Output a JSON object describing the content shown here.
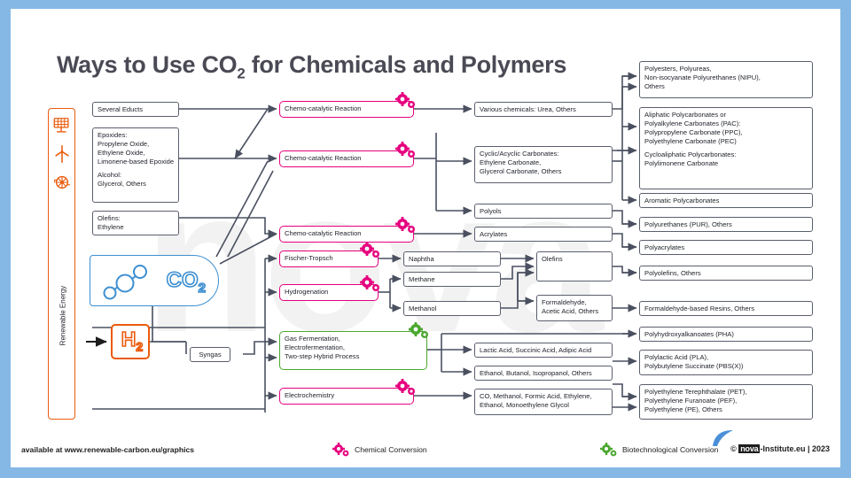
{
  "page": {
    "title": "Ways to Use CO₂ for Chemicals and Polymers",
    "watermark": "nova",
    "frame_color": "#85b8e4",
    "accent_chemical": "#e6007e",
    "accent_bio": "#4aa72e",
    "accent_energy": "#ea5b0c",
    "accent_co2": "#3d8fd1",
    "node_outline": "#5a5f6e"
  },
  "energy": {
    "label": "Renewable Energy",
    "icons": [
      "solar-panel-icon",
      "wind-turbine-icon",
      "hydro-turbine-icon"
    ]
  },
  "core": {
    "co2_label": "CO₂",
    "co2_sub": "2",
    "h2_label": "H₂",
    "h2_sub": "2",
    "syngas": "Syngas"
  },
  "educts": [
    {
      "id": "several-educts",
      "lines": [
        "Several Educts"
      ]
    },
    {
      "id": "epoxides",
      "lines": [
        "Epoxides:",
        "Propylene Oxide,",
        "Ethylene Oxide,",
        "Limonene-based Epoxide",
        "",
        "Alcohol:",
        "Glycerol, Others"
      ]
    },
    {
      "id": "olefins-educt",
      "lines": [
        "Olefins:",
        "Ethylene"
      ]
    }
  ],
  "processes": [
    {
      "id": "chemo-catalytic-1",
      "type": "chemical",
      "lines": [
        "Chemo-catalytic Reaction"
      ]
    },
    {
      "id": "chemo-catalytic-2",
      "type": "chemical",
      "lines": [
        "Chemo-catalytic Reaction"
      ]
    },
    {
      "id": "chemo-catalytic-3",
      "type": "chemical",
      "lines": [
        "Chemo-catalytic Reaction"
      ]
    },
    {
      "id": "fischer-tropsch",
      "type": "chemical",
      "lines": [
        "Fischer-Tropsch"
      ]
    },
    {
      "id": "hydrogenation",
      "type": "chemical",
      "lines": [
        "Hydrogenation"
      ]
    },
    {
      "id": "gas-fermentation",
      "type": "bio",
      "lines": [
        "Gas Fermentation,",
        "Electrofermentation,",
        "Two-step Hybrid Process"
      ]
    },
    {
      "id": "electrochemistry",
      "type": "chemical",
      "lines": [
        "Electrochemistry"
      ]
    }
  ],
  "intermediates": [
    {
      "id": "various-chemicals",
      "lines": [
        "Various chemicals: Urea, Others"
      ]
    },
    {
      "id": "carbonates",
      "lines": [
        "Cyclic/Acyclic Carbonates:",
        "Ethylene Carbonate,",
        "Glycerol Carbonate, Others"
      ]
    },
    {
      "id": "polyols",
      "lines": [
        "Polyols"
      ]
    },
    {
      "id": "acrylates",
      "lines": [
        "Acrylates"
      ]
    },
    {
      "id": "naphtha",
      "lines": [
        "Naphtha"
      ]
    },
    {
      "id": "methane",
      "lines": [
        "Methane"
      ]
    },
    {
      "id": "methanol",
      "lines": [
        "Methanol"
      ]
    },
    {
      "id": "olefins-inter",
      "lines": [
        "Olefins"
      ]
    },
    {
      "id": "formaldehyde",
      "lines": [
        "Formaldehyde,",
        "Acetic Acid, Others"
      ]
    },
    {
      "id": "lactic-acid",
      "lines": [
        "Lactic Acid, Succinic Acid, Adipic Acid"
      ]
    },
    {
      "id": "ethanol-butanol",
      "lines": [
        "Ethanol, Butanol, Isopropanol, Others"
      ]
    },
    {
      "id": "co-methanol",
      "lines": [
        "CO, Methanol, Formic Acid, Ethylene,",
        "Ethanol, Monoethylene Glycol"
      ]
    }
  ],
  "products": [
    {
      "id": "polyesters",
      "lines": [
        "Polyesters, Polyureas,",
        "Non-isocyanate Polyurethanes (NIPU),",
        "Others"
      ]
    },
    {
      "id": "aliphatic-polycarbonates",
      "lines": [
        "Aliphatic Polycarbonates or",
        "Polyalkylene Carbonates (PAC):",
        "Polypropylene Carbonate (PPC),",
        "Polyethylene Carbonate (PEC)",
        "",
        "Cycloaliphatic Polycarbonates:",
        "Polylimonene Carbonate"
      ]
    },
    {
      "id": "aromatic-polycarbonates",
      "lines": [
        "Aromatic Polycarbonates"
      ]
    },
    {
      "id": "polyurethanes",
      "lines": [
        "Polyurethanes (PUR), Others"
      ]
    },
    {
      "id": "polyacrylates",
      "lines": [
        "Polyacrylates"
      ]
    },
    {
      "id": "polyolefins",
      "lines": [
        "Polyolefins, Others"
      ]
    },
    {
      "id": "formaldehyde-resins",
      "lines": [
        "Formaldehyde-based Resins, Others"
      ]
    },
    {
      "id": "pha",
      "lines": [
        "Polyhydroxyalkanoates (PHA)"
      ]
    },
    {
      "id": "pla",
      "lines": [
        "Polylactic Acid (PLA),",
        "Polybutylene Succinate (PBS(X))"
      ]
    },
    {
      "id": "pet",
      "lines": [
        "Polyethylene Terephthalate (PET),",
        "Polyethylene Furanoate (PEF),",
        "Polyethylene (PE), Others"
      ]
    }
  ],
  "footer": {
    "available": "available at www.renewable-carbon.eu/graphics",
    "legend_chemical": "Chemical Conversion",
    "legend_bio": "Biotechnological Conversion",
    "credit_prefix": "©",
    "credit_logo": "nova",
    "credit_suffix": "-Institute.eu | 2023"
  }
}
